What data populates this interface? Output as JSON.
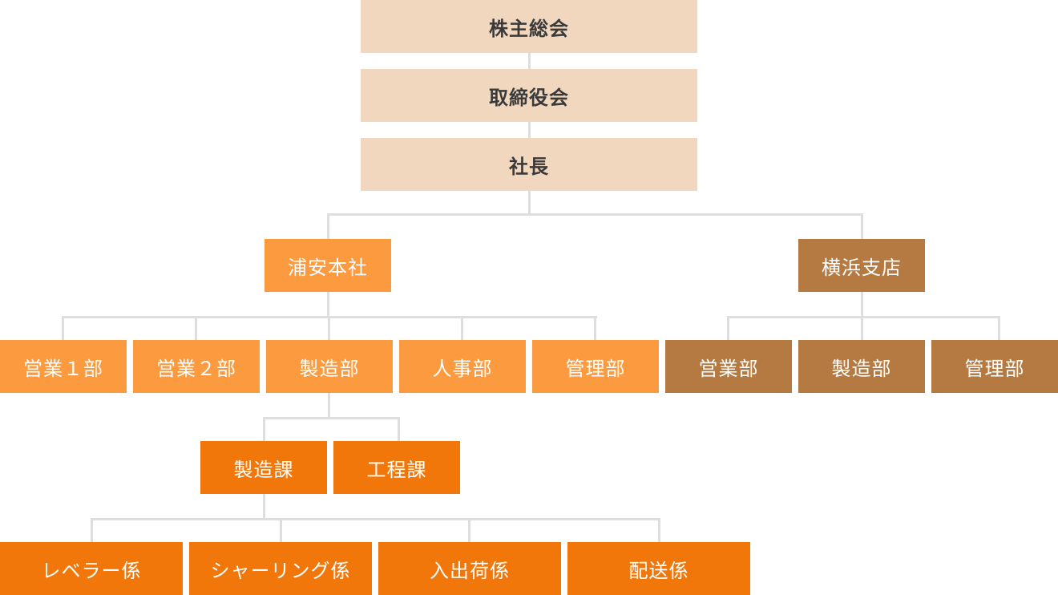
{
  "colors": {
    "top": "#f2d7bf",
    "headquarters": "#fb9a3f",
    "branch": "#b47a41",
    "section": "#f2770a",
    "connector": "#dedede"
  },
  "top": {
    "shareholders": "株主総会",
    "board": "取締役会",
    "president": "社長"
  },
  "headquarters": {
    "name": "浦安本社",
    "departments": [
      "営業１部",
      "営業２部",
      "製造部",
      "人事部",
      "管理部"
    ]
  },
  "branch": {
    "name": "横浜支店",
    "departments": [
      "営業部",
      "製造部",
      "管理部"
    ]
  },
  "manufacturing": {
    "sections": [
      "製造課",
      "工程課"
    ]
  },
  "manufacturing_section": {
    "units": [
      "レベラー係",
      "シャーリング係",
      "入出荷係",
      "配送係"
    ]
  }
}
